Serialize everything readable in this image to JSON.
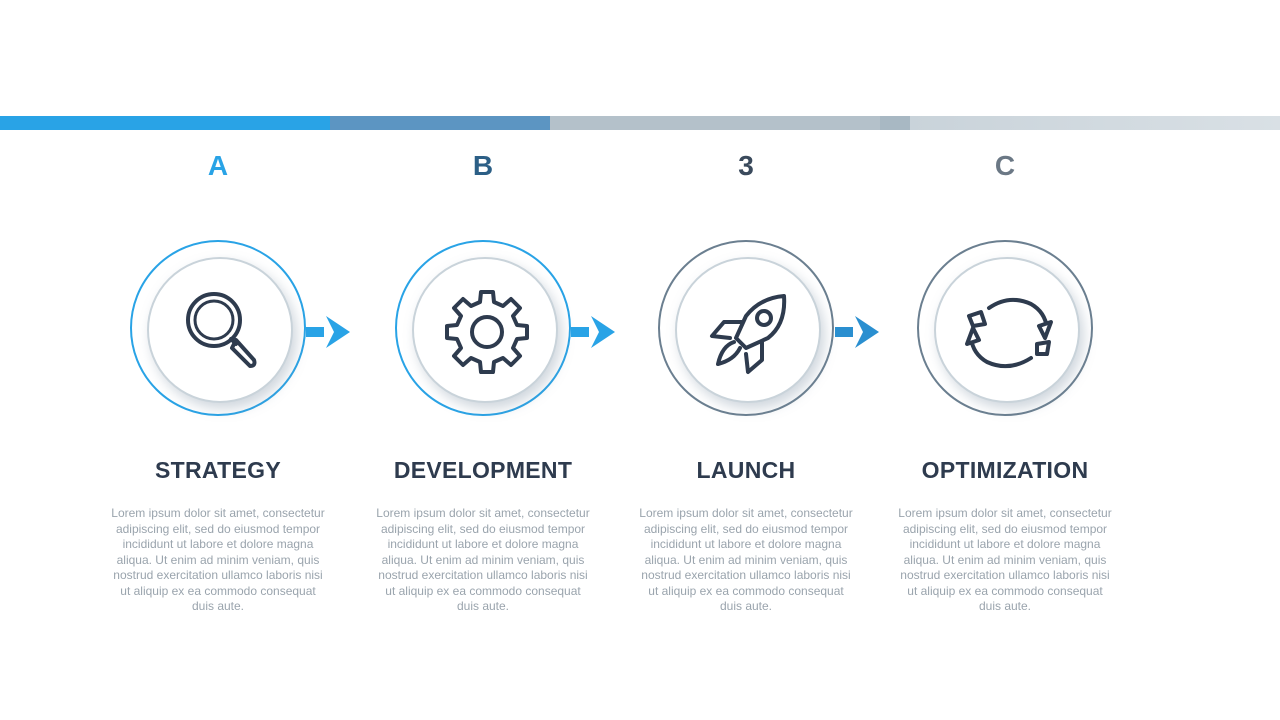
{
  "steps": [
    {
      "letter": "A",
      "letter_color": "#29a3e6",
      "ring_color": "#29a3e6",
      "icon": "magnifier-icon",
      "title": "STRATEGY",
      "body": "Lorem ipsum dolor sit amet, consectetur adipiscing elit, sed do eiusmod tempor incididunt ut labore et dolore magna aliqua. Ut enim ad minim veniam, quis nostrud exercitation ullamco laboris nisi ut aliquip ex ea commodo consequat duis aute."
    },
    {
      "letter": "B",
      "letter_color": "#2c5f86",
      "ring_color": "#29a3e6",
      "icon": "gear-icon",
      "title": "DEVELOPMENT",
      "body": "Lorem ipsum dolor sit amet, consectetur adipiscing elit, sed do eiusmod tempor incididunt ut labore et dolore magna aliqua. Ut enim ad minim veniam, quis nostrud exercitation ullamco laboris nisi ut aliquip ex ea commodo consequat duis aute."
    },
    {
      "letter": "3",
      "letter_color": "#3a4a5c",
      "ring_color": "#6b7f90",
      "icon": "rocket-icon",
      "title": "LAUNCH",
      "body": "Lorem ipsum dolor sit amet, consectetur adipiscing elit, sed do eiusmod tempor incididunt ut labore et dolore magna aliqua. Ut enim ad minim veniam, quis nostrud exercitation ullamco laboris nisi ut aliquip ex ea commodo consequat duis aute."
    },
    {
      "letter": "C",
      "letter_color": "#6b7885",
      "ring_color": "#6b7f90",
      "icon": "refresh-cycle-icon",
      "title": "OPTIMIZATION",
      "body": "Lorem ipsum dolor sit amet, consectetur adipiscing elit, sed do eiusmod tempor incididunt ut labore et dolore magna aliqua. Ut enim ad minim veniam, quis nostrud exercitation ullamco laboris nisi ut aliquip ex ea commodo consequat duis aute."
    }
  ],
  "colors": {
    "accent_blue": "#29a3e6",
    "text_dark": "#2e3b4e",
    "text_muted": "#9aa4ad"
  }
}
